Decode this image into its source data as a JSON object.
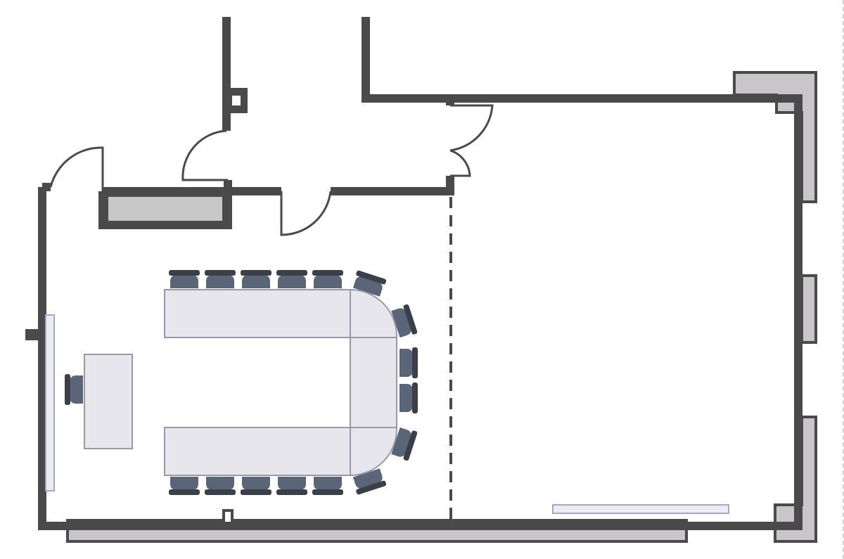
{
  "colors": {
    "wall": "#4a4a4a",
    "wall_fill": "#c8c6c8",
    "table_fill": "#e6e6ec",
    "table_stroke": "#9a98a8",
    "chair_seat": "#5a6678",
    "chair_back": "#3a3f48",
    "door_line": "#4a4a4a",
    "partition": "#4a4a4a",
    "screen_fill": "#ececf4",
    "screen_stroke": "#a8a8c0"
  },
  "icons": {
    "chair": "chair-icon",
    "door": "door-swing-icon"
  },
  "layout_elements": {
    "conference_table_style": "u-shape",
    "top_row_chairs": 5,
    "bottom_row_chairs": 5,
    "curved_end_chairs": 6,
    "presenter_chairs": 1,
    "partition_style": "dashed"
  }
}
